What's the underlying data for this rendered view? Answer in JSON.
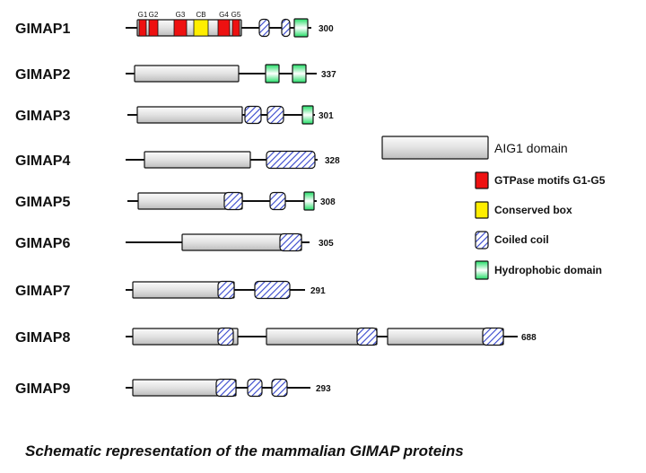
{
  "colors": {
    "aig1": "#e6e6e6",
    "gtpase": "#ee1111",
    "conserved": "#ffee00",
    "coil_stripe": "#3344cc",
    "hydrophobic": "#22dd66",
    "line": "#111111"
  },
  "proteins": [
    {
      "name": "GIMAP1",
      "length": "300",
      "domains": [
        {
          "type": "aig1"
        },
        {
          "type": "coiled"
        },
        {
          "type": "coiled"
        },
        {
          "type": "hydrophobic"
        }
      ],
      "motifs": [
        {
          "label": "G1",
          "type": "gtpase"
        },
        {
          "label": "G2",
          "type": "gtpase"
        },
        {
          "label": "G3",
          "type": "gtpase"
        },
        {
          "label": "CB",
          "type": "conserved"
        },
        {
          "label": "G4",
          "type": "gtpase"
        },
        {
          "label": "G5",
          "type": "gtpase"
        }
      ]
    },
    {
      "name": "GIMAP2",
      "length": "337",
      "domains": [
        {
          "type": "aig1"
        },
        {
          "type": "hydrophobic"
        },
        {
          "type": "hydrophobic"
        }
      ]
    },
    {
      "name": "GIMAP3",
      "length": "301",
      "domains": [
        {
          "type": "aig1"
        },
        {
          "type": "coiled"
        },
        {
          "type": "coiled"
        },
        {
          "type": "hydrophobic"
        }
      ]
    },
    {
      "name": "GIMAP4",
      "length": "328",
      "domains": [
        {
          "type": "aig1"
        },
        {
          "type": "coiled"
        }
      ]
    },
    {
      "name": "GIMAP5",
      "length": "308",
      "domains": [
        {
          "type": "aig1"
        },
        {
          "type": "coiled"
        },
        {
          "type": "coiled"
        },
        {
          "type": "hydrophobic"
        }
      ]
    },
    {
      "name": "GIMAP6",
      "length": "305",
      "domains": [
        {
          "type": "aig1"
        },
        {
          "type": "coiled"
        }
      ]
    },
    {
      "name": "GIMAP7",
      "length": "291",
      "domains": [
        {
          "type": "aig1"
        },
        {
          "type": "coiled"
        },
        {
          "type": "coiled"
        }
      ]
    },
    {
      "name": "GIMAP8",
      "length": "688",
      "domains": [
        {
          "type": "aig1"
        },
        {
          "type": "coiled"
        },
        {
          "type": "aig1"
        },
        {
          "type": "coiled"
        },
        {
          "type": "aig1"
        },
        {
          "type": "coiled"
        }
      ]
    },
    {
      "name": "GIMAP9",
      "length": "293",
      "domains": [
        {
          "type": "aig1"
        },
        {
          "type": "coiled"
        },
        {
          "type": "coiled"
        },
        {
          "type": "coiled"
        }
      ]
    }
  ],
  "legend": [
    {
      "type": "aig1",
      "label": "AIG1 domain"
    },
    {
      "type": "gtpase",
      "label": "GTPase motifs G1-G5"
    },
    {
      "type": "conserved",
      "label": "Conserved box"
    },
    {
      "type": "coiled",
      "label": "Coiled coil"
    },
    {
      "type": "hydrophobic",
      "label": "Hydrophobic domain"
    }
  ],
  "caption": "Schematic representation of the mammalian GIMAP proteins"
}
